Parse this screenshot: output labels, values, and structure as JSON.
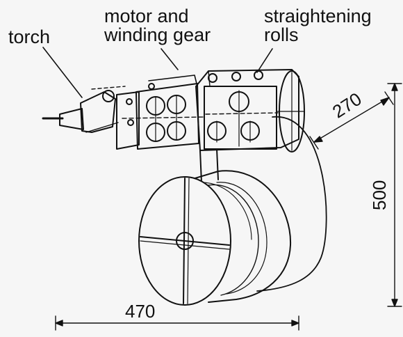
{
  "labels": {
    "torch": "torch",
    "motor_line1": "motor and",
    "motor_line2": "winding gear",
    "rolls_line1": "straightening",
    "rolls_line2": "rolls"
  },
  "dimensions": {
    "width": "470",
    "depth": "270",
    "height": "500"
  }
}
